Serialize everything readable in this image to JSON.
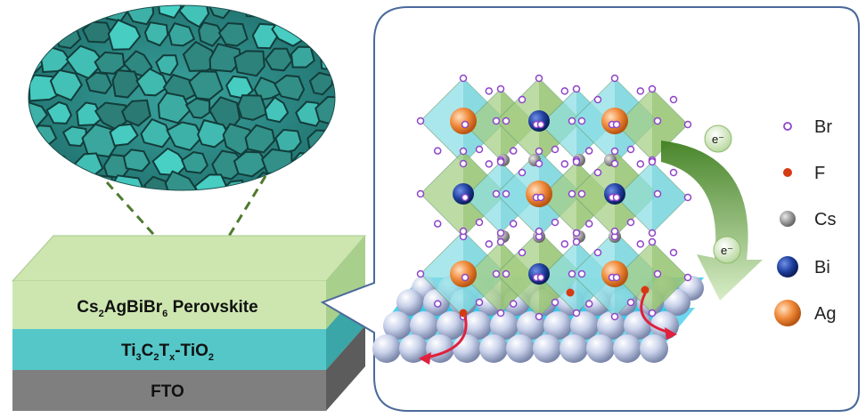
{
  "layers": {
    "perovskite": {
      "formula_main": "Cs",
      "sub1": "2",
      "mid": "AgBiBr",
      "sub2": "6",
      "suffix": " Perovskite"
    },
    "etl": {
      "p1": "Ti",
      "s1": "3",
      "p2": "C",
      "s2": "2",
      "p3": "T",
      "s3": "x",
      "p4": "-TiO",
      "s4": "2"
    },
    "fto": {
      "label": "FTO"
    }
  },
  "electron_labels": [
    "e⁻",
    "e⁻"
  ],
  "legend": [
    {
      "label": "Br",
      "color": "#8e44c9"
    },
    {
      "label": "F",
      "color": "#d63a12"
    },
    {
      "label": "Cs",
      "color": "#8c8c8c"
    },
    {
      "label": "Bi",
      "color": "#1f3f9e"
    },
    {
      "label": "Ag",
      "color": "#f08a3a"
    }
  ],
  "colors": {
    "perovskite_layer": "#cde6b0",
    "etl_layer": "#55c7c8",
    "fto_layer": "#7f7f7f",
    "octahedron_green": "#a7cf86",
    "octahedron_cyan": "#8ee0e6",
    "mxene_sheet": "#2ec7ea",
    "sphere": "#c9d2ea",
    "arrow_green": "#5a9a2d",
    "arrow_red": "#e0203c",
    "dashed": "#4e7a2e",
    "sem_base": "#2f8f8a"
  }
}
